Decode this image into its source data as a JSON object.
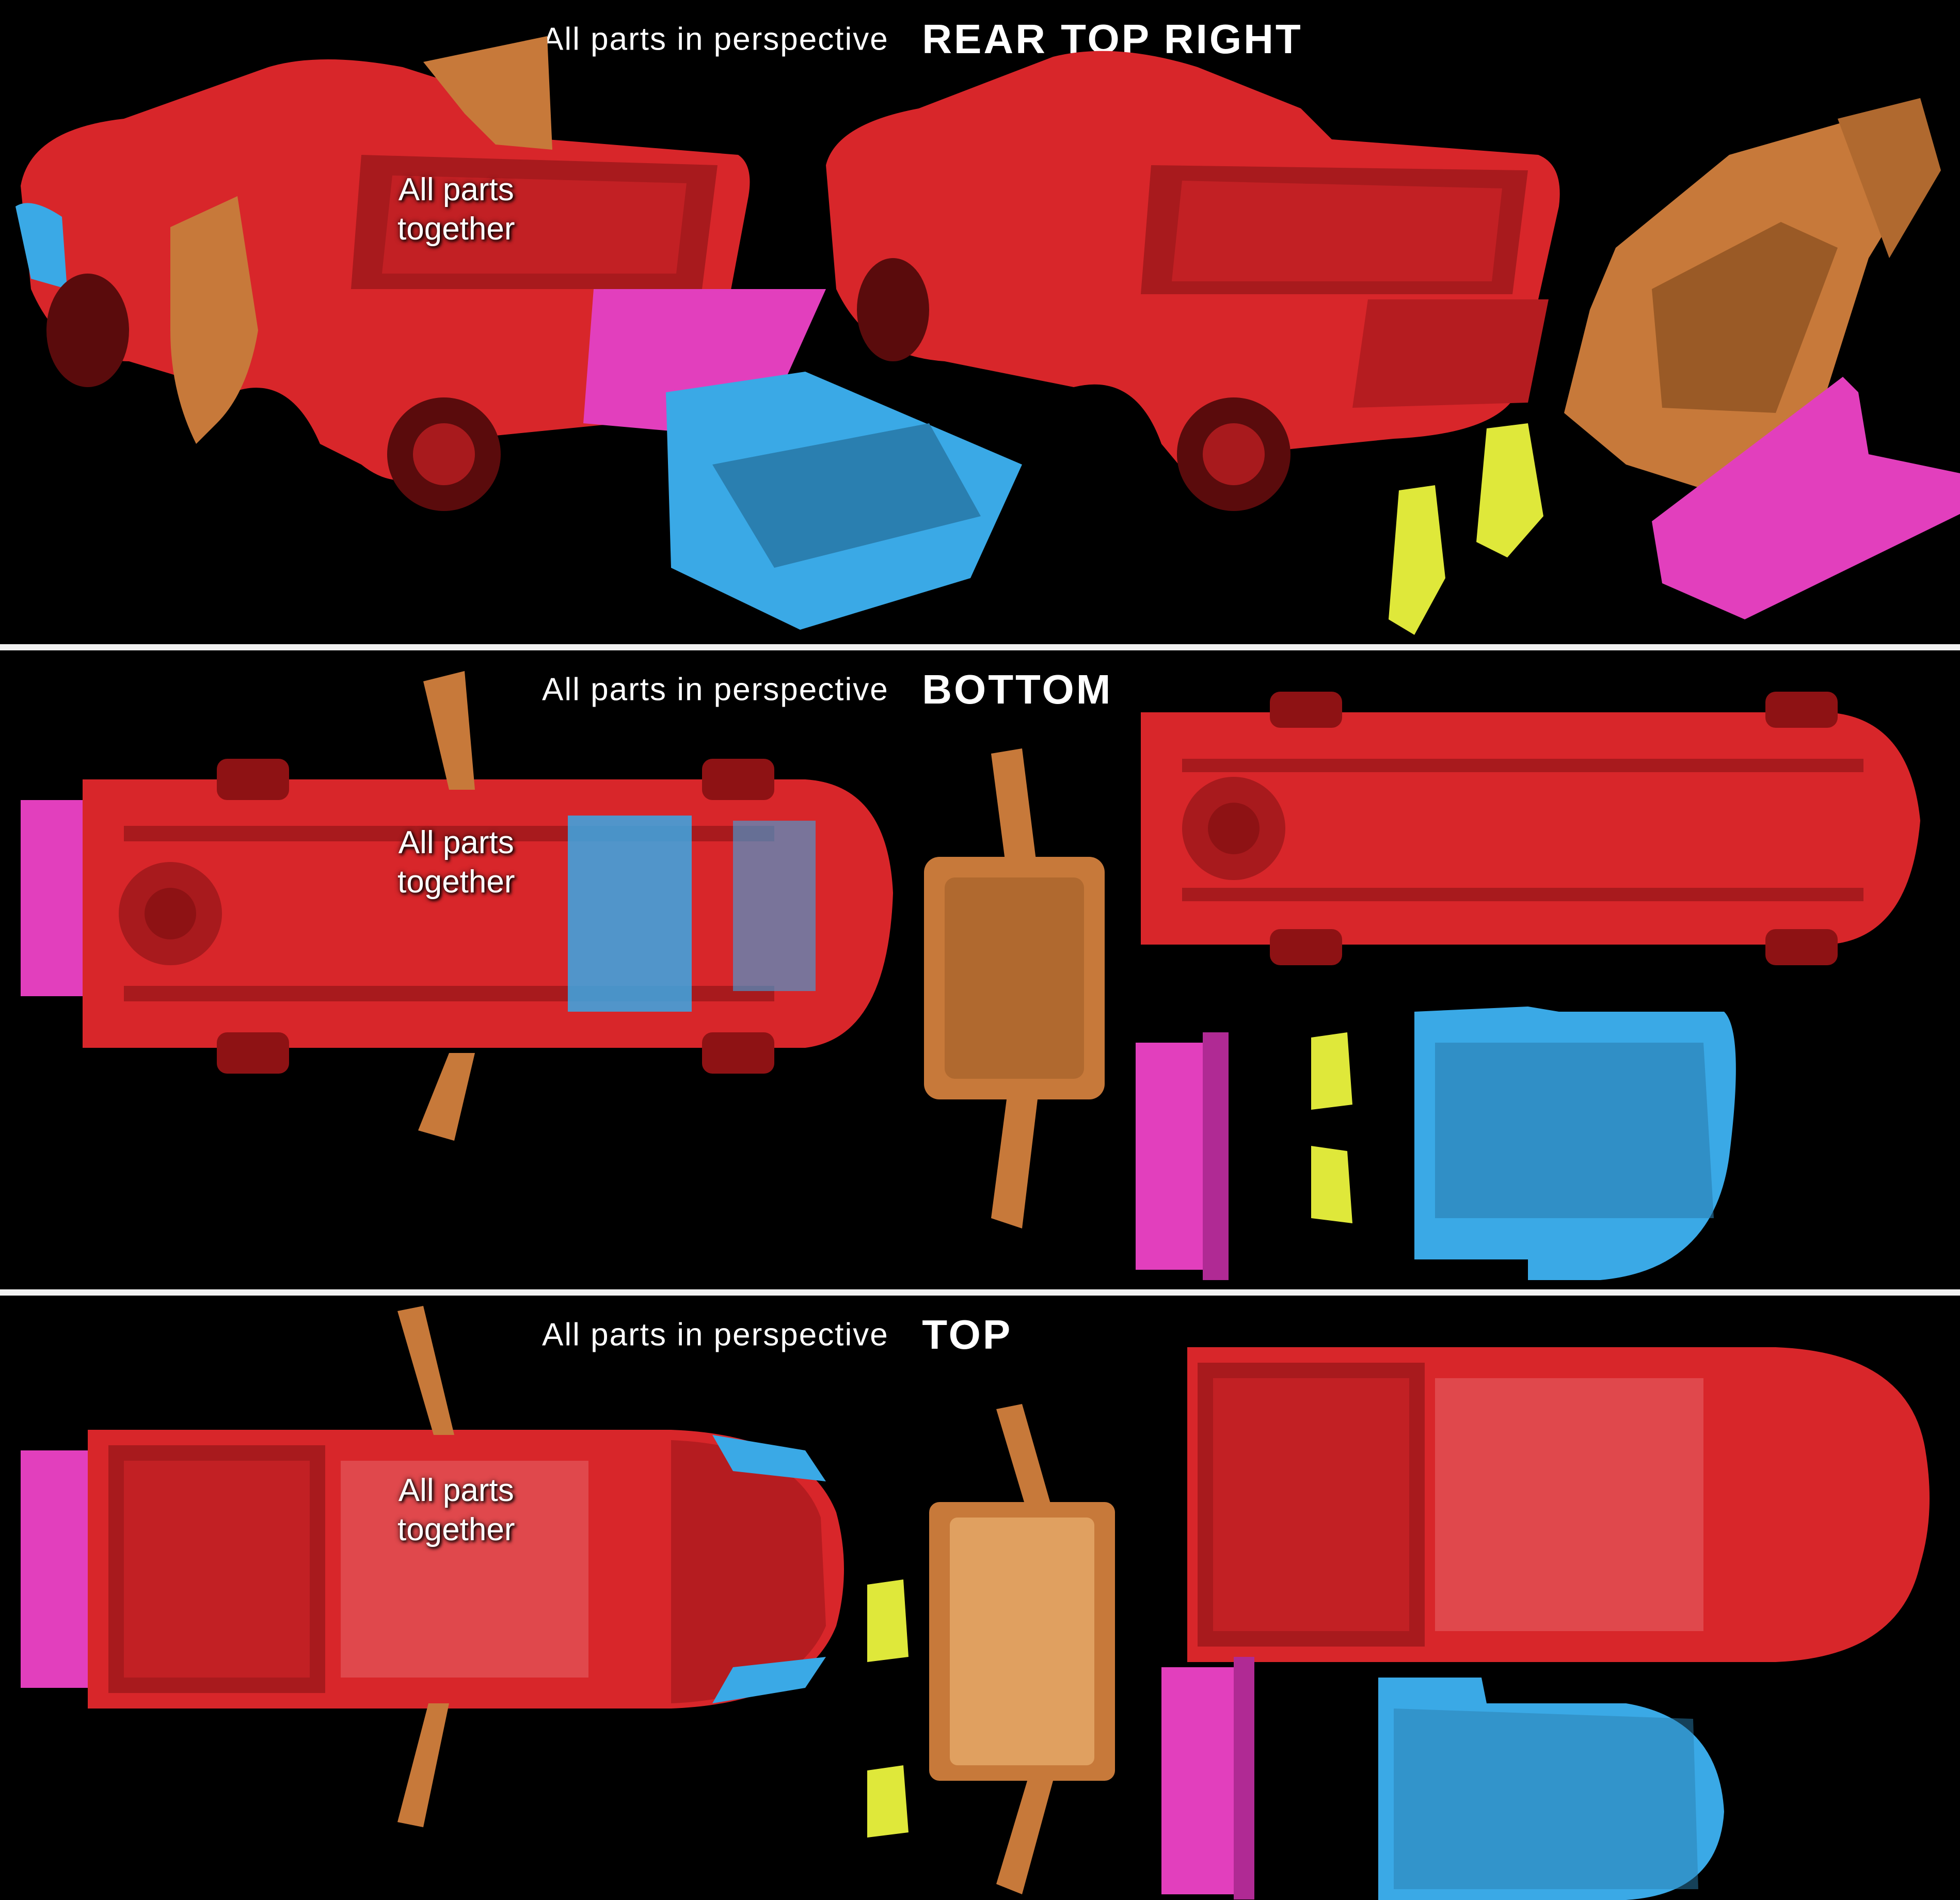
{
  "panels": [
    {
      "subtitle": "All parts in perspective",
      "view": "REAR TOP RIGHT",
      "overlay_label": [
        "All parts",
        "together"
      ]
    },
    {
      "subtitle": "All parts in perspective",
      "view": "BOTTOM",
      "overlay_label": [
        "All parts",
        "together"
      ]
    },
    {
      "subtitle": "All parts in perspective",
      "view": "TOP",
      "overlay_label": [
        "All parts",
        "together"
      ]
    }
  ],
  "colors": {
    "body": "#d8262a",
    "body_dark": "#8e1214",
    "frame": "#e0a0ff",
    "cabin": "#c7793a",
    "tailgate": "#e23fbd",
    "seats": "#dfe83a",
    "chassis": "#3aa9e6",
    "divider": "#f2f2f2"
  }
}
